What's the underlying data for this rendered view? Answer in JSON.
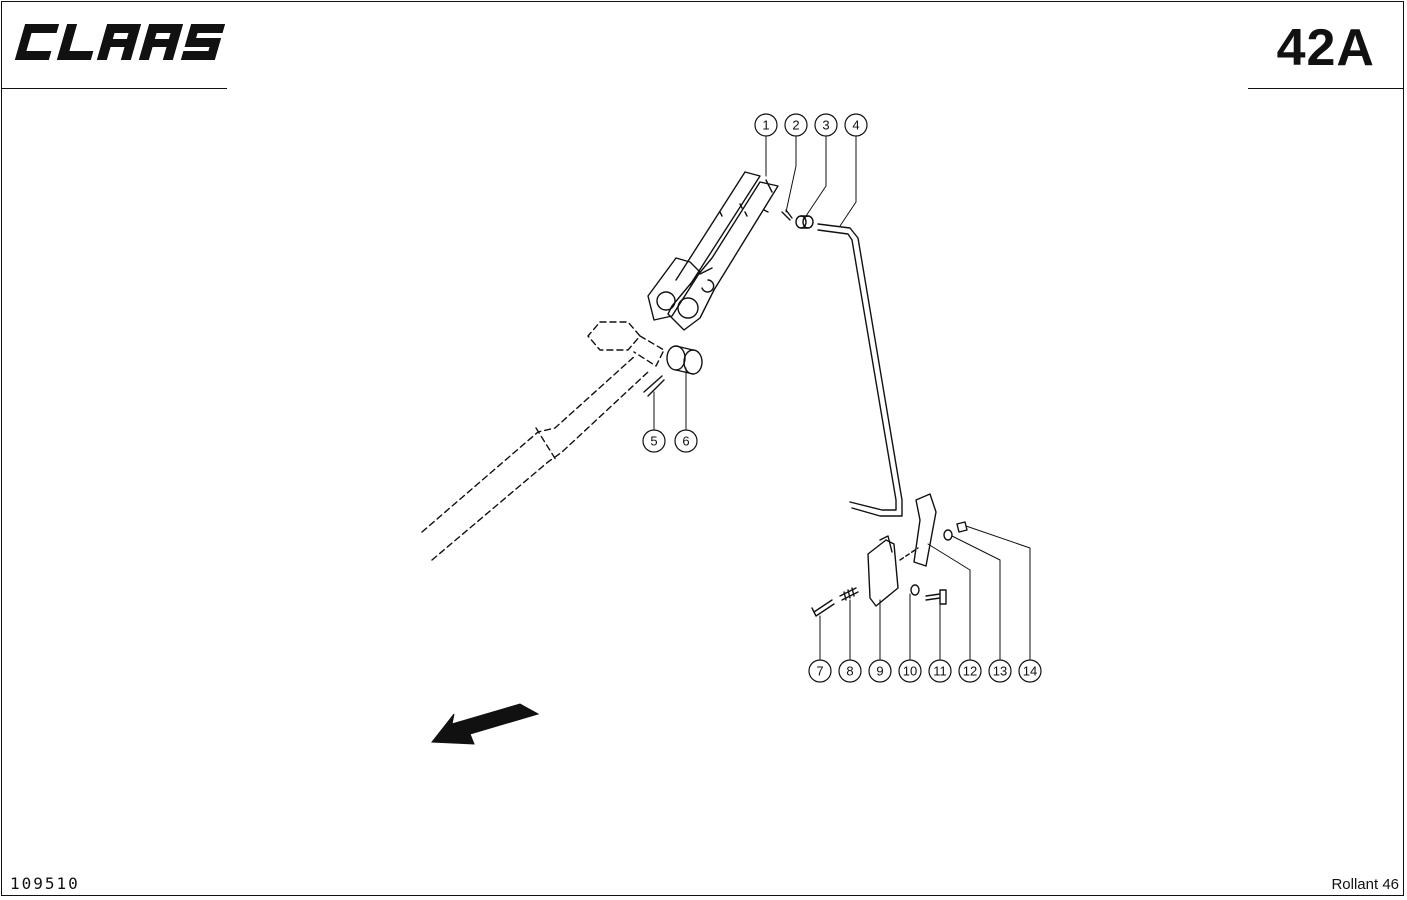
{
  "header": {
    "brand": "CLAAS",
    "page_number": "42A"
  },
  "footer": {
    "doc_number": "109510",
    "model": "Rollant 46"
  },
  "callouts": [
    "1",
    "2",
    "3",
    "4",
    "5",
    "6",
    "7",
    "8",
    "9",
    "10",
    "11",
    "12",
    "13",
    "14"
  ],
  "colors": {
    "ink": "#111111",
    "paper": "#ffffff"
  },
  "icons": {
    "direction_arrow": "direction-arrow-icon"
  }
}
